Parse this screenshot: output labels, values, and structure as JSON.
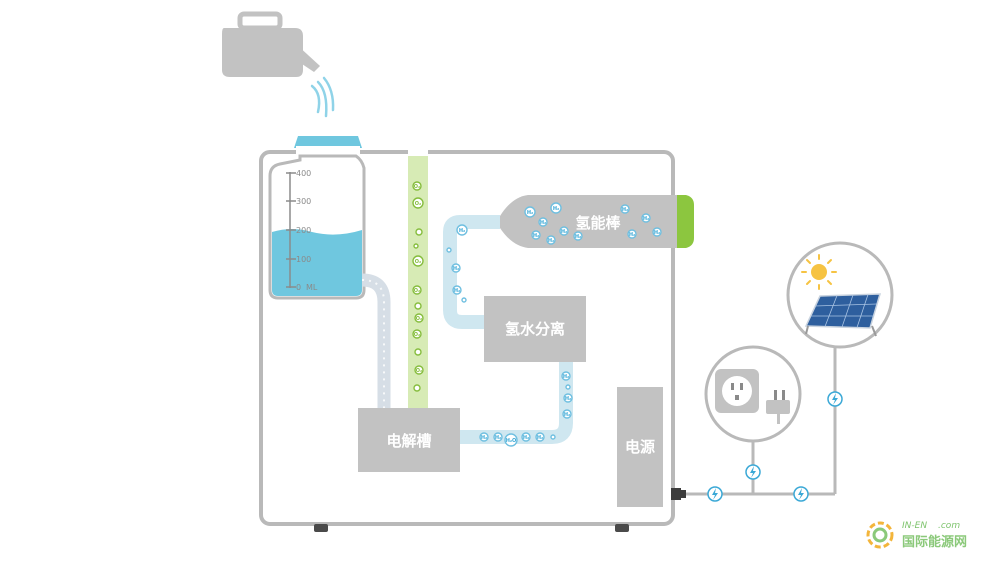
{
  "labels": {
    "hydrogen_rod": "氢能棒",
    "separator": "氢水分离",
    "electrolyzer": "电解槽",
    "power": "电源"
  },
  "scale": {
    "ticks": [
      "400",
      "300",
      "200",
      "100"
    ],
    "zero": "0",
    "unit": "ML"
  },
  "bubbles": {
    "oxygen": "O₂",
    "hydrogen": "H₂",
    "water": "H₂O"
  },
  "watermark": {
    "domain": "IN-EN",
    "suffix": ".com",
    "name": "国际能源网"
  },
  "colors": {
    "device_gray": "#c2c2c2",
    "outline_gray": "#b9b9b9",
    "water_blue": "#6fc7df",
    "pipe_blue": "#cfe7f0",
    "pipe_green": "#d7ebb5",
    "oxygen_green": "#86bd3d",
    "cap_green": "#8cc63f",
    "lightning_blue": "#3aa8d6"
  },
  "icons": [
    "watering-can-icon",
    "sun-icon",
    "solar-panel-icon",
    "wall-socket-icon",
    "plug-icon",
    "lightning-icon"
  ]
}
